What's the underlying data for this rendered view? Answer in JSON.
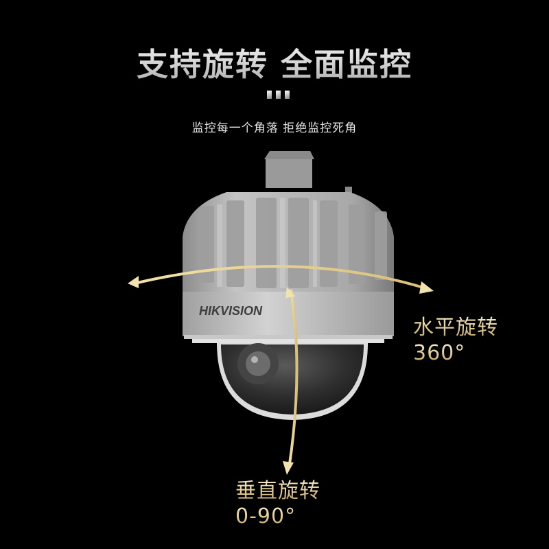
{
  "header": {
    "title": "支持旋转 全面监控",
    "subtitle": "监控每一个角落 拒绝监控死角"
  },
  "product": {
    "brand": "HIKVISION",
    "type": "PTZ dome camera"
  },
  "features": {
    "horizontal": {
      "label": "水平旋转",
      "value": "360°",
      "arrow_icon": "horizontal-rotation-arrow"
    },
    "vertical": {
      "label": "垂直旋转",
      "value": "0-90°",
      "arrow_icon": "vertical-rotation-arrow"
    }
  },
  "colors": {
    "background": "#000000",
    "accent_gold": "#e0c98e",
    "title_silver": "#d6d6d6"
  }
}
